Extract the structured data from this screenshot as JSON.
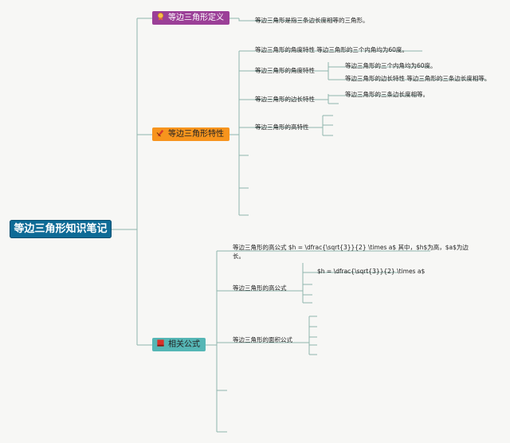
{
  "root": "等边三角形知识笔记",
  "branches": [
    {
      "label": "等边三角形定义",
      "color": "#9b3f97",
      "icon": "award-medal-icon"
    },
    {
      "label": "等边三角形特性",
      "color": "#f7941d",
      "icon": "pencil-ruler-icon"
    },
    {
      "label": "相关公式",
      "color": "#55b6b5",
      "icon": "red-book-icon"
    }
  ],
  "definition": {
    "text": "等边三角形是指三条边长度相等的三角形。"
  },
  "properties": {
    "angle_summary": "等边三角形的角度特性 等边三角形的三个内角均为60度。",
    "angle_label": "等边三角形的角度特性",
    "angle_items": [
      "等边三角形的三个内角均为60度。",
      "等边三角形的边长特性 等边三角形的三条边长度相等。"
    ],
    "side_label": "等边三角形的边长特性",
    "side_items": [
      "等边三角形的三条边长度相等。"
    ],
    "height_label": "等边三角形的高特性"
  },
  "formulas": {
    "height_summary_line1": "等边三角形的高公式 $h = \\dfrac{\\sqrt{3}}{2} \\times a$ 其中，$h$为高，$a$为边",
    "height_summary_line2": "长。",
    "height_label": "等边三角形的高公式",
    "height_formula": "$h = \\dfrac{\\sqrt{3}}{2} \\times a$",
    "area_label": "等边三角形的面积公式"
  },
  "colors": {
    "root_bg": "#0e6b96",
    "connector": "#8fb5ad",
    "background": "#f7f7f5"
  }
}
